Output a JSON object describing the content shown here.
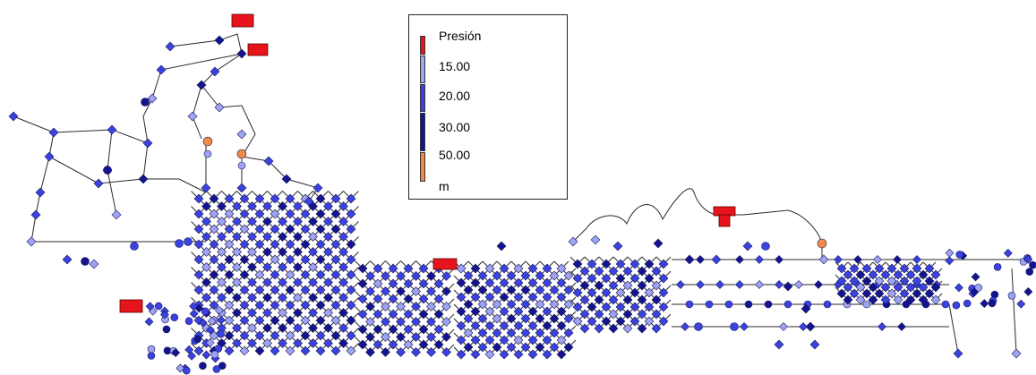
{
  "legend": {
    "title": "Presión",
    "labels": [
      "15.00",
      "20.00",
      "30.00",
      "50.00",
      "m"
    ],
    "colors": [
      "#e8141c",
      "#9ea3f2",
      "#3a42e0",
      "#14148f",
      "#f08a4b"
    ]
  },
  "network": {
    "colors": {
      "pipe": "#2a2a2a",
      "node_outline": "#1a1a60",
      "tank": "#e8141c",
      "low": "#9ea3f2",
      "mid": "#3a42e0",
      "high": "#14148f",
      "very_high": "#f08a4b"
    }
  }
}
